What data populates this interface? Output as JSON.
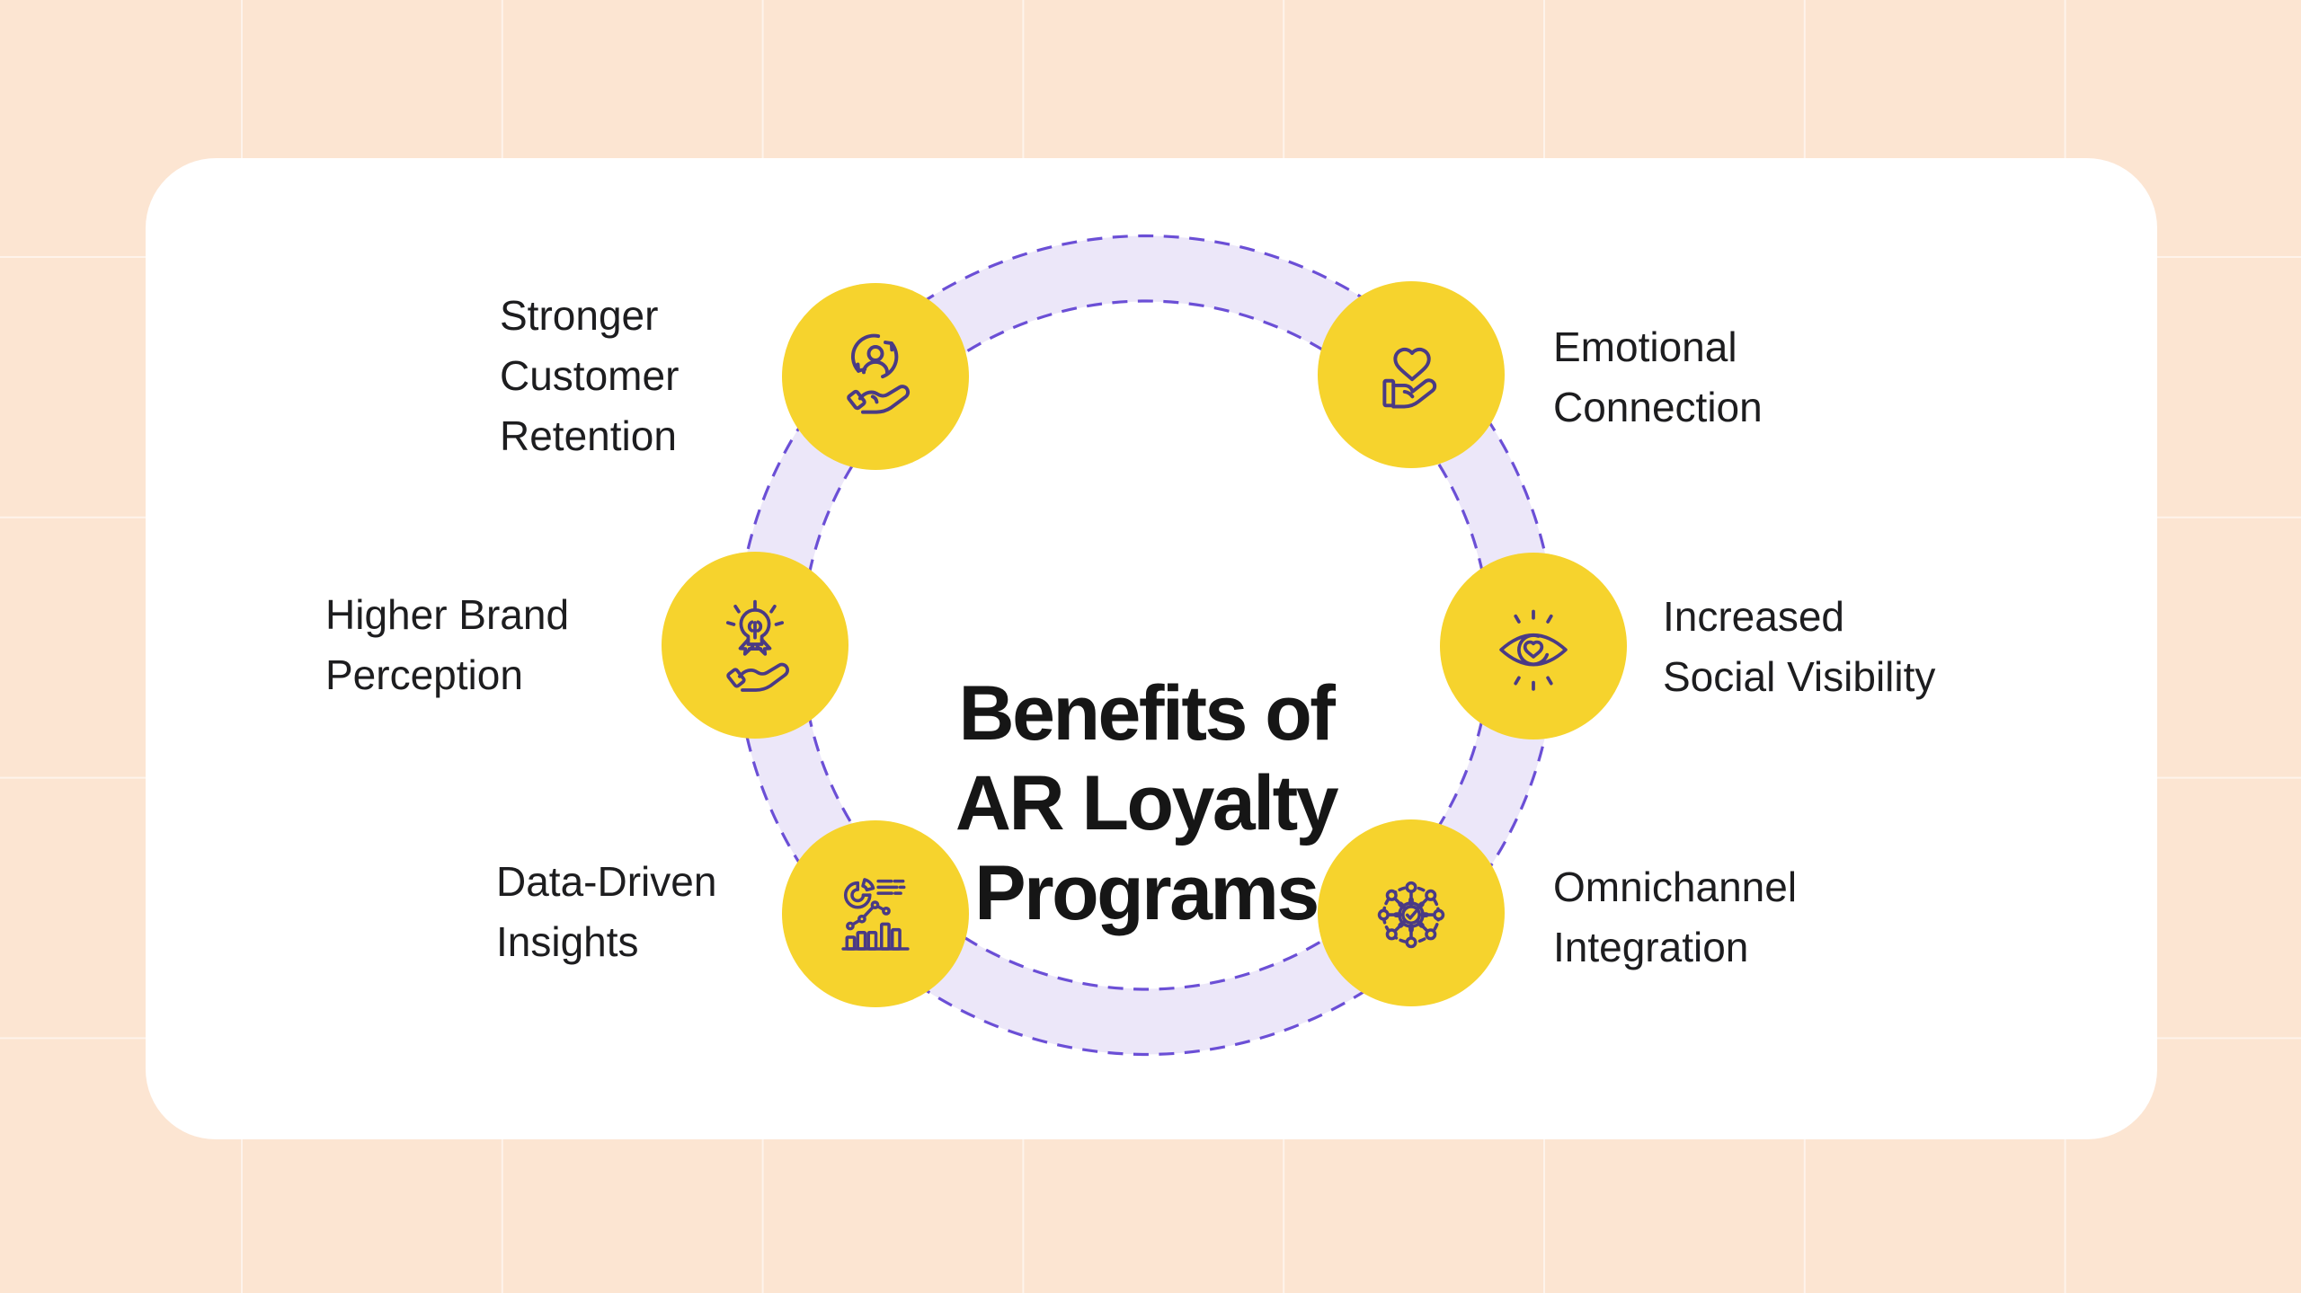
{
  "title": {
    "text": "Benefits of AR Loyalty Programs",
    "lines": [
      "Benefits of",
      "AR Loyalty",
      "Programs"
    ]
  },
  "benefits": [
    {
      "id": "stronger-customer-retention",
      "icon": "customer-retention-cycle-hand-icon",
      "text": "Stronger Customer Retention",
      "lines": [
        "Stronger",
        "Customer",
        "Retention"
      ],
      "position": "top-left"
    },
    {
      "id": "emotional-connection",
      "icon": "heart-in-hand-icon",
      "text": "Emotional Connection",
      "lines": [
        "Emotional",
        "Connection"
      ],
      "position": "top-right"
    },
    {
      "id": "higher-brand-perception",
      "icon": "lightbulb-in-hand-icon",
      "text": "Higher Brand Perception",
      "lines": [
        "Higher Brand",
        "Perception"
      ],
      "position": "left"
    },
    {
      "id": "increased-social-visibility",
      "icon": "eye-with-heart-icon",
      "text": "Increased Social Visibility",
      "lines": [
        "Increased",
        "Social Visibility"
      ],
      "position": "right"
    },
    {
      "id": "data-driven-insights",
      "icon": "analytics-charts-icon",
      "text": "Data-Driven Insights",
      "lines": [
        "Data-Driven",
        "Insights"
      ],
      "position": "bottom-left"
    },
    {
      "id": "omnichannel-integration",
      "icon": "network-gear-check-icon",
      "text": "Omnichannel Integration",
      "lines": [
        "Omnichannel",
        "Integration"
      ],
      "position": "bottom-right"
    }
  ],
  "colors": {
    "background": "#FCE5D2",
    "grid-line": "rgba(255,255,255,0.55)",
    "card": "#FFFFFF",
    "ring-band": "#ECE7F9",
    "ring-dash": "#6B4FD6",
    "bubble": "#F6D32D",
    "icon-stroke": "#4A3A85",
    "title-text": "#161616",
    "label-text": "#1D1D1F"
  }
}
